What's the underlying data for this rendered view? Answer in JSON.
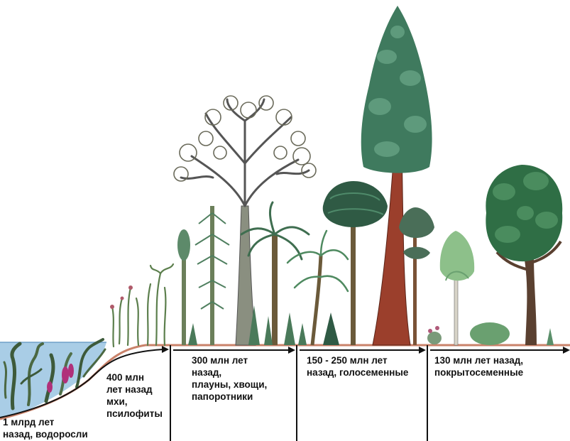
{
  "palette": {
    "water": "#a9cde6",
    "ground": "#c9826a",
    "timeline": "#111111",
    "trunk_brown": "#7a5236",
    "redwood": "#9b3f2c",
    "conifer_green": "#3f7a5e",
    "dark_green": "#2f6e45",
    "fern_green": "#5a8f6a",
    "light_green": "#8dc08a",
    "algae": "#3d5a3a",
    "red_algae": "#b0307a"
  },
  "eras": [
    {
      "id": "algae",
      "label": "1 млрд лет\nназад, водоросли"
    },
    {
      "id": "psilophytes",
      "label": "400 млн\nлет назад\nмхи,\nпсилофиты"
    },
    {
      "id": "ferns",
      "label": "300 млн лет\nназад,\nплауны, хвощи,\nпапоротники"
    },
    {
      "id": "gymnosperms",
      "label": "150 - 250 млн лет\nназад, голосеменные"
    },
    {
      "id": "angiosperms",
      "label": "130 млн лет назад,\nпокрытосеменные"
    }
  ]
}
